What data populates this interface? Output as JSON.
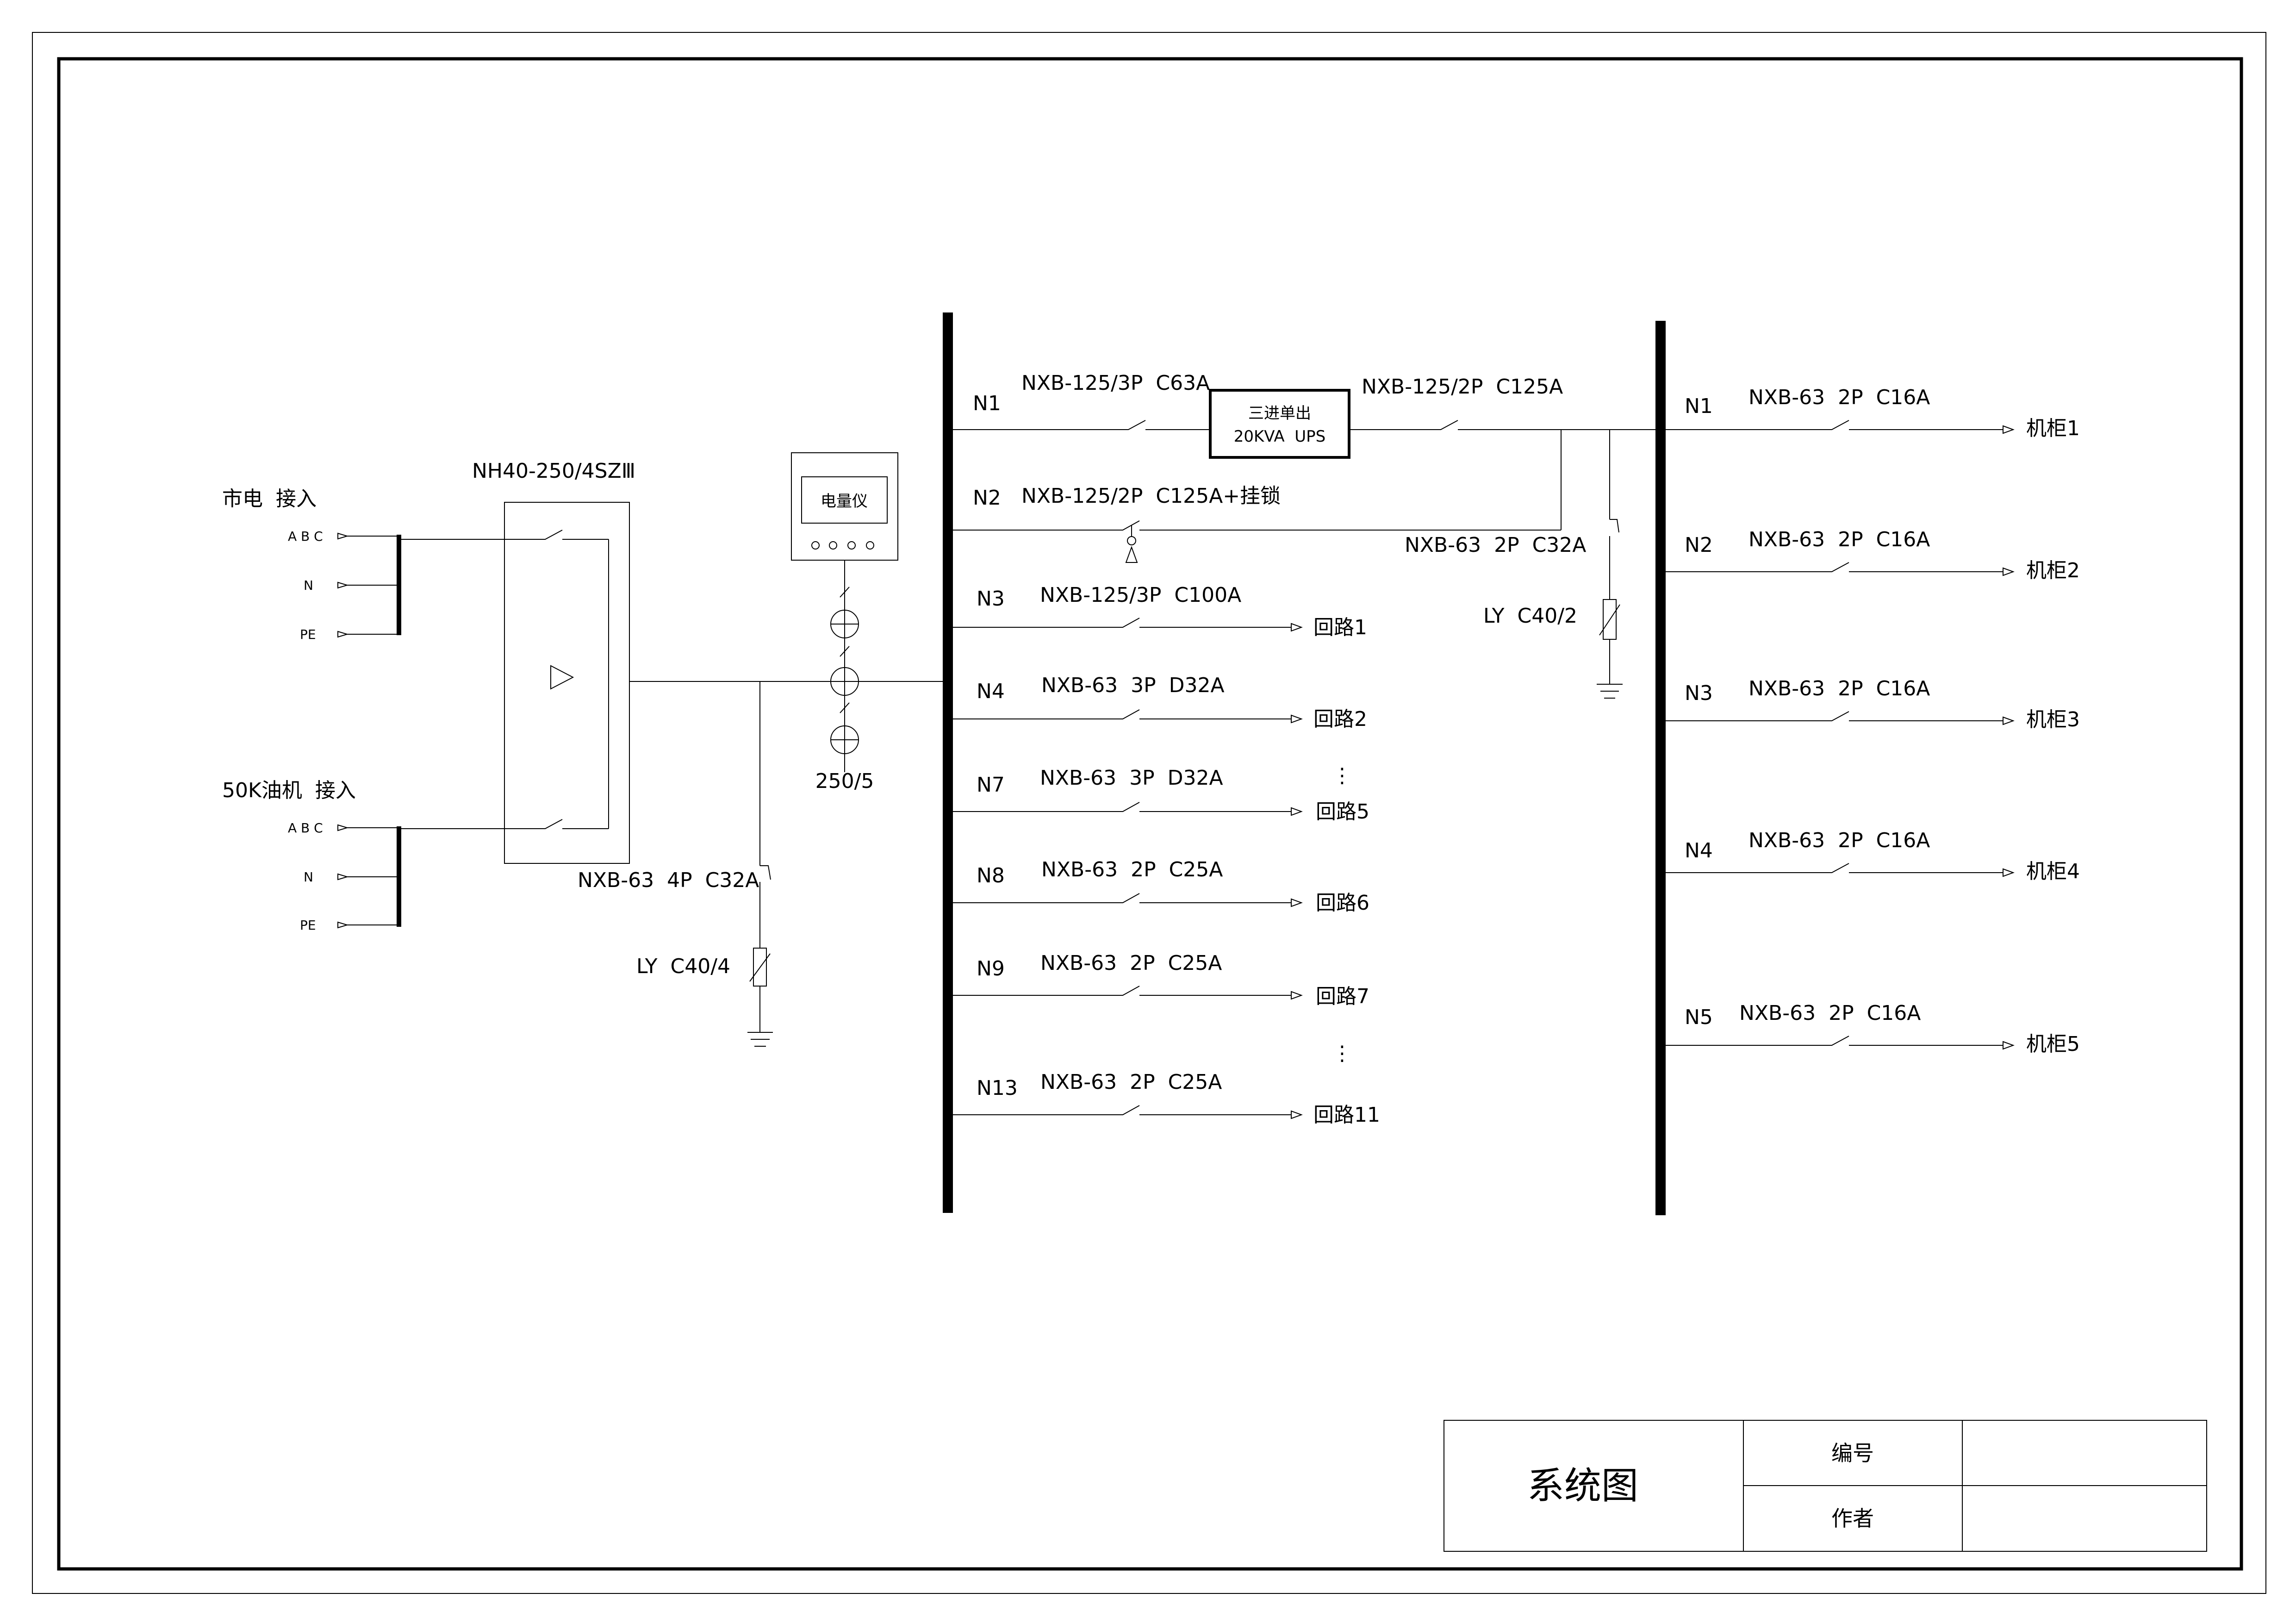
{
  "sources": {
    "mains_label": "市电  接入",
    "generator_label": "50K油机  接入",
    "terminal_abc": "A B C",
    "terminal_n": "N",
    "terminal_pe": "PE"
  },
  "ats": {
    "model": "NH40-250/4SZⅢ"
  },
  "main_spd": {
    "breaker": "NXB-63  4P  C32A",
    "arrester": "LY  C40/4"
  },
  "meter": {
    "label": "电量仪",
    "ct_ratio": "250/5"
  },
  "bus1": {
    "circuits": [
      {
        "id": "N1",
        "breaker": "NXB-125/3P  C63A",
        "target": ""
      },
      {
        "id": "N2",
        "breaker": "NXB-125/2P  C125A+挂锁",
        "target": ""
      },
      {
        "id": "N3",
        "breaker": "NXB-125/3P  C100A",
        "target": "回路1"
      },
      {
        "id": "N4",
        "breaker": "NXB-63  3P  D32A",
        "target": "回路2"
      },
      {
        "id": "N7",
        "breaker": "NXB-63  3P  D32A",
        "target": "回路5"
      },
      {
        "id": "N8",
        "breaker": "NXB-63  2P  C25A",
        "target": "回路6"
      },
      {
        "id": "N9",
        "breaker": "NXB-63  2P  C25A",
        "target": "回路7"
      },
      {
        "id": "N13",
        "breaker": "NXB-63  2P  C25A",
        "target": "回路11"
      }
    ]
  },
  "ups": {
    "line1": "三进单出",
    "line2": "20KVA  UPS",
    "output_breaker": "NXB-125/2P  C125A"
  },
  "ups_spd": {
    "breaker": "NXB-63  2P  C32A",
    "arrester": "LY  C40/2"
  },
  "bus2": {
    "circuits": [
      {
        "id": "N1",
        "breaker": "NXB-63  2P  C16A",
        "target": "机柜1"
      },
      {
        "id": "N2",
        "breaker": "NXB-63  2P  C16A",
        "target": "机柜2"
      },
      {
        "id": "N3",
        "breaker": "NXB-63  2P  C16A",
        "target": "机柜3"
      },
      {
        "id": "N4",
        "breaker": "NXB-63  2P  C16A",
        "target": "机柜4"
      },
      {
        "id": "N5",
        "breaker": "NXB-63  2P  C16A",
        "target": "机柜5"
      }
    ]
  },
  "title_block": {
    "title": "系统图",
    "number_label": "编号",
    "number_value": "",
    "author_label": "作者",
    "author_value": ""
  }
}
